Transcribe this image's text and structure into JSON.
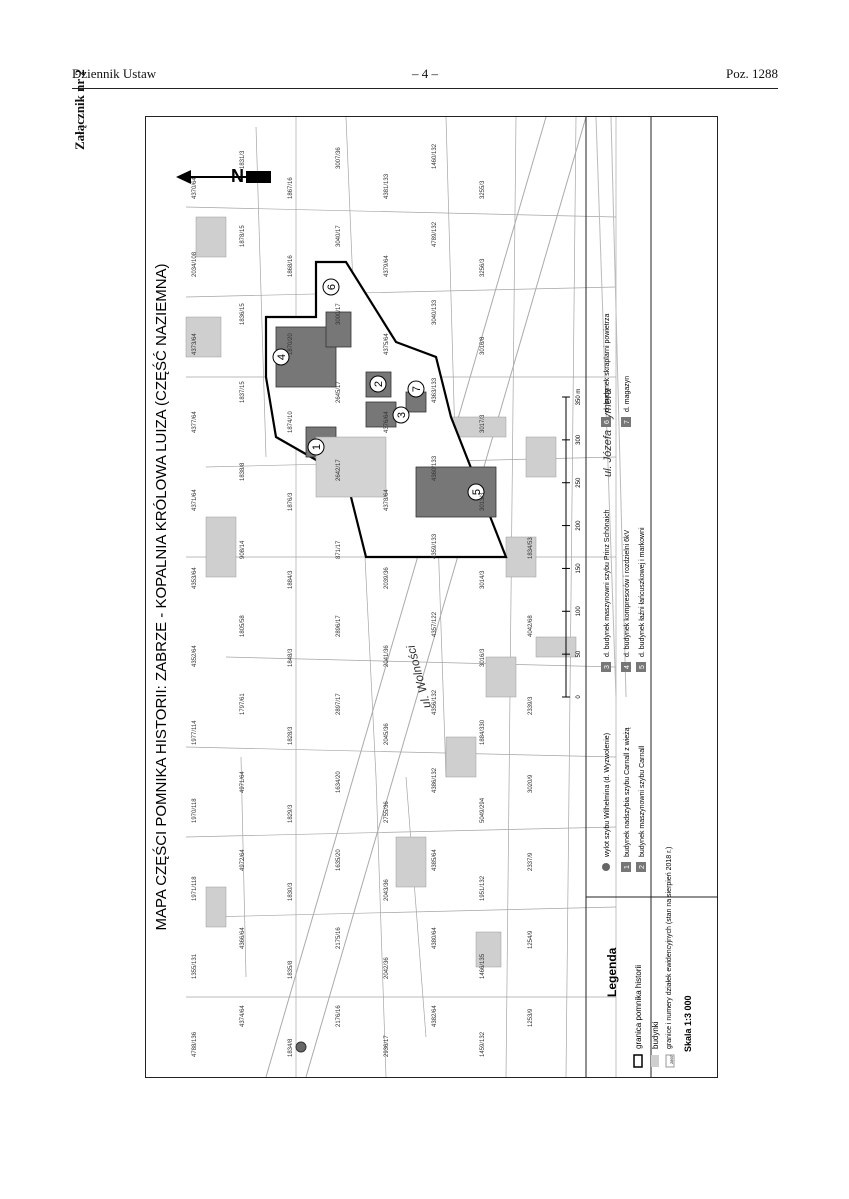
{
  "header": {
    "left": "Dziennik Ustaw",
    "center": "– 4 –",
    "right": "Poz. 1288"
  },
  "annex_label": "Załącznik nr 2",
  "map": {
    "title": "MAPA CZĘŚCI POMNIKA HISTORII: ZABRZE - KOPALNIA KRÓLOWA LUIZA (CZĘŚĆ NAZIEMNA)",
    "north": "N",
    "street_1": "ul. Wolności",
    "street_2": "ul. Józefa Rymera",
    "parcels": [
      "4788/136",
      "1355/131",
      "1971/118",
      "1970/118",
      "1977/114",
      "4352/64",
      "4353/64",
      "4371/64",
      "4377/64",
      "4373/64",
      "2034/108",
      "4370/64",
      "4374/64",
      "4366/64",
      "4972/64",
      "4971/64",
      "1797/61",
      "1805/58",
      "908/14",
      "1838/8",
      "1837/15",
      "1836/15",
      "1878/15",
      "1831/3",
      "1834/8",
      "1835/8",
      "1830/3",
      "1829/3",
      "1828/3",
      "1848/3",
      "1884/3",
      "1876/3",
      "1874/10",
      "1870/20",
      "1868/16",
      "1867/16",
      "2176/16",
      "2175/16",
      "1635/20",
      "1634/20",
      "2897/17",
      "2896/17",
      "871/17",
      "2642/17",
      "2645/17",
      "3000/17",
      "3040/17",
      "3007/36",
      "2936/17",
      "2042/36",
      "2043/36",
      "2755/36",
      "2045/36",
      "2041/36",
      "2039/36",
      "4378/64",
      "4376/64",
      "4375/64",
      "4379/64",
      "4381/133",
      "4382/64",
      "4380/64",
      "4385/64",
      "4386/132",
      "4356/132",
      "4357/122",
      "4359/133",
      "4360/133",
      "4363/133",
      "3040/133",
      "4789/132",
      "1460/132",
      "1459/132",
      "1466/135",
      "1951/132",
      "5049/294",
      "1884/330",
      "3016/3",
      "3014/3",
      "3013/3",
      "3017/3",
      "3016/8",
      "3256/3",
      "3255/3",
      "1253/9",
      "1254/9",
      "2337/9",
      "3020/9",
      "2339/3",
      "4042/68",
      "1834/53"
    ],
    "buildings": [
      "1",
      "2",
      "3",
      "4",
      "5",
      "6",
      "7"
    ],
    "scale_label": "Skala 1:3 000",
    "scale_ticks": [
      "0",
      "50",
      "100",
      "150",
      "200",
      "250",
      "300",
      "350 m"
    ]
  },
  "legend": {
    "title": "Legenda",
    "items": [
      {
        "label": "granica pomnika historii"
      },
      {
        "label": "budynki"
      },
      {
        "label": "granice i numery działek ewidencyjnych (stan na sierpień 2018 r.)",
        "sample": "2897"
      }
    ],
    "numbered": [
      {
        "key": "",
        "label": "wylot szybu Wilhelmina (d. Wyzwolenie)"
      },
      {
        "key": "1",
        "label": "budynek nadszybia szybu Carnall z wieżą"
      },
      {
        "key": "2",
        "label": "budynek maszynowni szybu Carnall"
      },
      {
        "key": "3",
        "label": "d. budynek maszynowni szybu Prinz Schönaich"
      },
      {
        "key": "4",
        "label": "d. budynek kompresorów i rozdzielni 6kV"
      },
      {
        "key": "5",
        "label": "d. budynek łaźni łańcuszkowej i markowni"
      },
      {
        "key": "6",
        "label": "d. budynek skraplarni powietrza"
      },
      {
        "key": "7",
        "label": "d. magazyn"
      }
    ]
  },
  "colors": {
    "boundary": "#000000",
    "monument_building": "#777777",
    "building": "#cfcfcf",
    "parcel_line": "#9a9a9a"
  }
}
